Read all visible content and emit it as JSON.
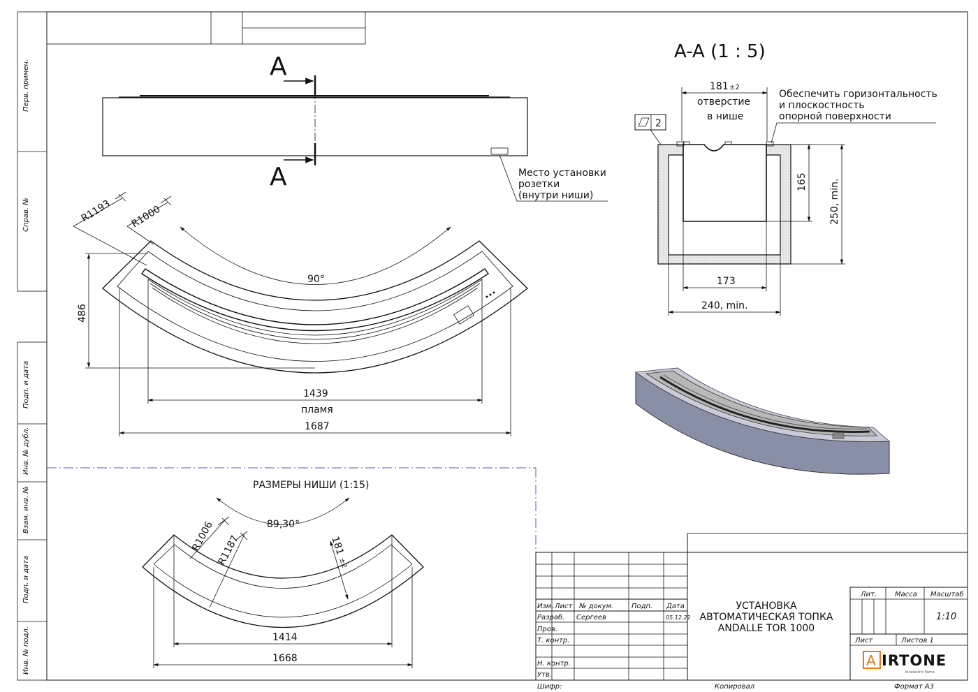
{
  "side_labels": {
    "perv_primen": "Перв. примен.",
    "sprav_no": "Справ. №",
    "podp_data_1": "Подп. и дата",
    "inv_dubl": "Инв. № дубл.",
    "vzam_inv": "Взам. инв. №",
    "podp_data_2": "Подп. и дата",
    "inv_podl": "Инв. № подл."
  },
  "top_view": {
    "section_mark_top": "A",
    "section_mark_bottom": "A",
    "socket_note_line1": "Место установки",
    "socket_note_line2": "розетки",
    "socket_note_line3": "(внутри ниши)"
  },
  "plan_view": {
    "radius_outer": "R1193",
    "radius_inner": "R1000",
    "angle": "90°",
    "depth": "486",
    "flame_length": "1439",
    "flame_label": "пламя",
    "overall_length": "1687"
  },
  "niche_view": {
    "title": "РАЗМЕРЫ НИШИ (1:15)",
    "angle": "89,30°",
    "radius_inner": "R1006",
    "radius_outer": "R1187",
    "width": "181",
    "width_tol": "±2",
    "inner_length": "1414",
    "outer_length": "1668"
  },
  "section_view": {
    "title": "A-A (1 : 5)",
    "opening_width": "181",
    "opening_tol": "±2",
    "opening_label1": "отверстие",
    "opening_label2": "в нише",
    "note_line1": "Обеспечить горизонтальность",
    "note_line2": "и плоскостность",
    "note_line3": "опорной поверхности",
    "flatness_tol": "2",
    "height_box": "165",
    "height_min": "250, min.",
    "bottom_width": "173",
    "width_min": "240, min."
  },
  "title_block": {
    "col_izm": "Изм.",
    "col_list": "Лист",
    "col_docum": "№ докум.",
    "col_podp": "Подп.",
    "col_data": "Дата",
    "razrab_label": "Разраб.",
    "razrab_name": "Сергеев",
    "razrab_date": "05.12.21",
    "prov_label": "Пров.",
    "tkontr_label": "Т. контр.",
    "nkontr_label": "Н. контр.",
    "utv_label": "Утв.",
    "title_line1": "УСТАНОВКА",
    "title_line2": "АВТОМАТИЧЕСКАЯ ТОПКА",
    "title_line3": "ANDALLE TOR 1000",
    "lit_label": "Лит.",
    "massa_label": "Масса",
    "masshtab_label": "Масштаб",
    "scale_value": "1:10",
    "list_label": "Лист",
    "listov_label": "Листов 1",
    "brand_letter": "A",
    "brand_rest": "IRTONE",
    "brand_tagline": "bioelectric flame",
    "shifr_label": "Шифр:",
    "kopiroval_label": "Копировал",
    "format_label": "Формат A3"
  },
  "colors": {
    "line": "#111111",
    "brand_accent": "#e07a1a",
    "render_side": "#8a8fa8",
    "render_top": "#c9ccd8",
    "render_tray": "#b8b8b8",
    "frame_dashdot": "#5a5ab0"
  }
}
